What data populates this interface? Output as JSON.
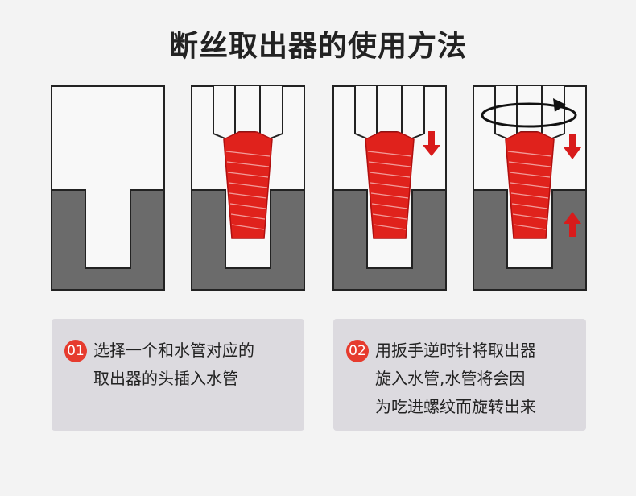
{
  "title": "断丝取出器的使用方法",
  "colors": {
    "background": "#f3f3f3",
    "pipe_gray": "#6b6b6b",
    "panel_white": "#f8f8f8",
    "extractor_red": "#e0221c",
    "arrow_red": "#d81b1b",
    "card_bg": "#dcdadf",
    "badge_red": "#e63b2e"
  },
  "panels": [
    {
      "name": "empty-pipe",
      "icon": "pipe-cross-section"
    },
    {
      "name": "extractor-inserted",
      "icon": "extractor-in-pipe"
    },
    {
      "name": "extractor-pressed-down",
      "icon": "down-arrow-icon"
    },
    {
      "name": "extractor-rotated-out",
      "icon": "rotate-arrow-icon"
    }
  ],
  "steps": [
    {
      "number": "01",
      "text": "选择一个和水管对应的\n取出器的头插入水管"
    },
    {
      "number": "02",
      "text": "用扳手逆时针将取出器\n旋入水管,水管将会因\n为吃进螺纹而旋转出来"
    }
  ]
}
